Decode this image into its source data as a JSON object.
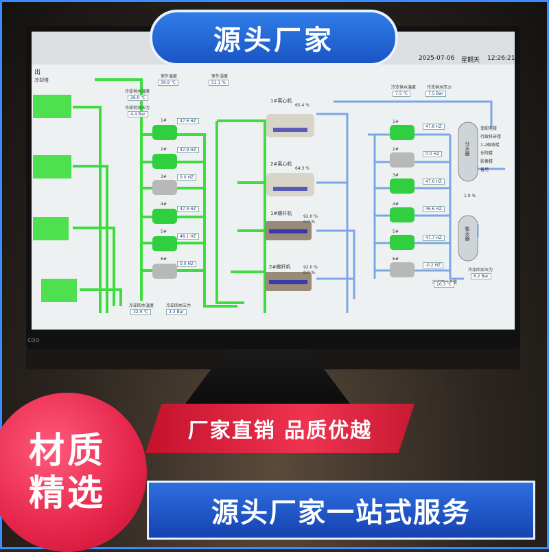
{
  "top_banner": {
    "text": "源头厂家"
  },
  "screen": {
    "title": "出",
    "subtitle": "冷却塔",
    "date": "2025-07-06",
    "weekday": "星期天",
    "time": "12:26:21",
    "top_values": [
      {
        "label": "室外温度",
        "value": "39.9 ℃"
      },
      {
        "label": "室外湿度",
        "value": "51.1 %"
      }
    ],
    "left_readouts": [
      {
        "label": "冷却供水温度",
        "value": "36.0 ℃"
      },
      {
        "label": "冷却供水压力",
        "value": "4.4 Bar"
      }
    ],
    "bottom_readouts": [
      {
        "label": "冷却回水温度",
        "value": "32.9 ℃"
      },
      {
        "label": "冷却回水压力",
        "value": "3.3 Bar"
      }
    ],
    "cooling_pumps": [
      {
        "name": "1#",
        "freq": "47.6 HZ"
      },
      {
        "name": "2#",
        "freq": "47.9 HZ"
      },
      {
        "name": "3#",
        "freq": "0.0 HZ"
      },
      {
        "name": "4#",
        "freq": "47.9 HZ"
      },
      {
        "name": "5#",
        "freq": "48.1 HZ"
      },
      {
        "name": "6#",
        "freq": "0.0 HZ"
      }
    ],
    "chillers": [
      {
        "name": "1#离心机",
        "load": "65.4 %"
      },
      {
        "name": "2#离心机",
        "load": "64.3 %"
      },
      {
        "name": "1#螺杆机",
        "load": "92.0 %",
        "load2": "0.0 %"
      },
      {
        "name": "2#螺杆机",
        "load": "92.0 %",
        "load2": "0.0 %"
      }
    ],
    "chilled_top": [
      {
        "label": "冷冻供水温度",
        "value": "7.5 ℃"
      },
      {
        "label": "冷冻供水压力",
        "value": "7.5 Bar"
      }
    ],
    "chilled_pumps": [
      {
        "name": "1#",
        "freq": "47.8 HZ"
      },
      {
        "name": "2#",
        "freq": "0.0 HZ"
      },
      {
        "name": "3#",
        "freq": "47.6 HZ"
      },
      {
        "name": "4#",
        "freq": "46.6 HZ"
      },
      {
        "name": "5#",
        "freq": "47.7 HZ"
      },
      {
        "name": "6#",
        "freq": "-0.2 HZ"
      }
    ],
    "chilled_bottom": [
      {
        "label": "冷冻回水压力",
        "value": "6.2 Bar"
      },
      {
        "label": "冷冻回水温度",
        "value": "10.3 ℃"
      }
    ],
    "header_tanks": [
      {
        "name": "分水器"
      },
      {
        "name": "集水器"
      }
    ],
    "branch_labels": [
      "变配电楼",
      "行政科研楼",
      "1-2宿舍楼",
      "住院楼",
      "影像楼",
      "备用"
    ],
    "bypass_value": "1.9 %",
    "monitor_brand": "coo"
  },
  "red_banner": {
    "text": "厂家直销  品质优越"
  },
  "circle_badge": {
    "line1": "材质",
    "line2": "精选"
  },
  "bottom_bar": {
    "text": "源头厂家一站式服务"
  },
  "colors": {
    "accent_blue": "#1a55c4",
    "accent_red": "#e5254a",
    "pipe_green": "#3fdc3f",
    "pipe_blue": "#7aa6e8"
  }
}
